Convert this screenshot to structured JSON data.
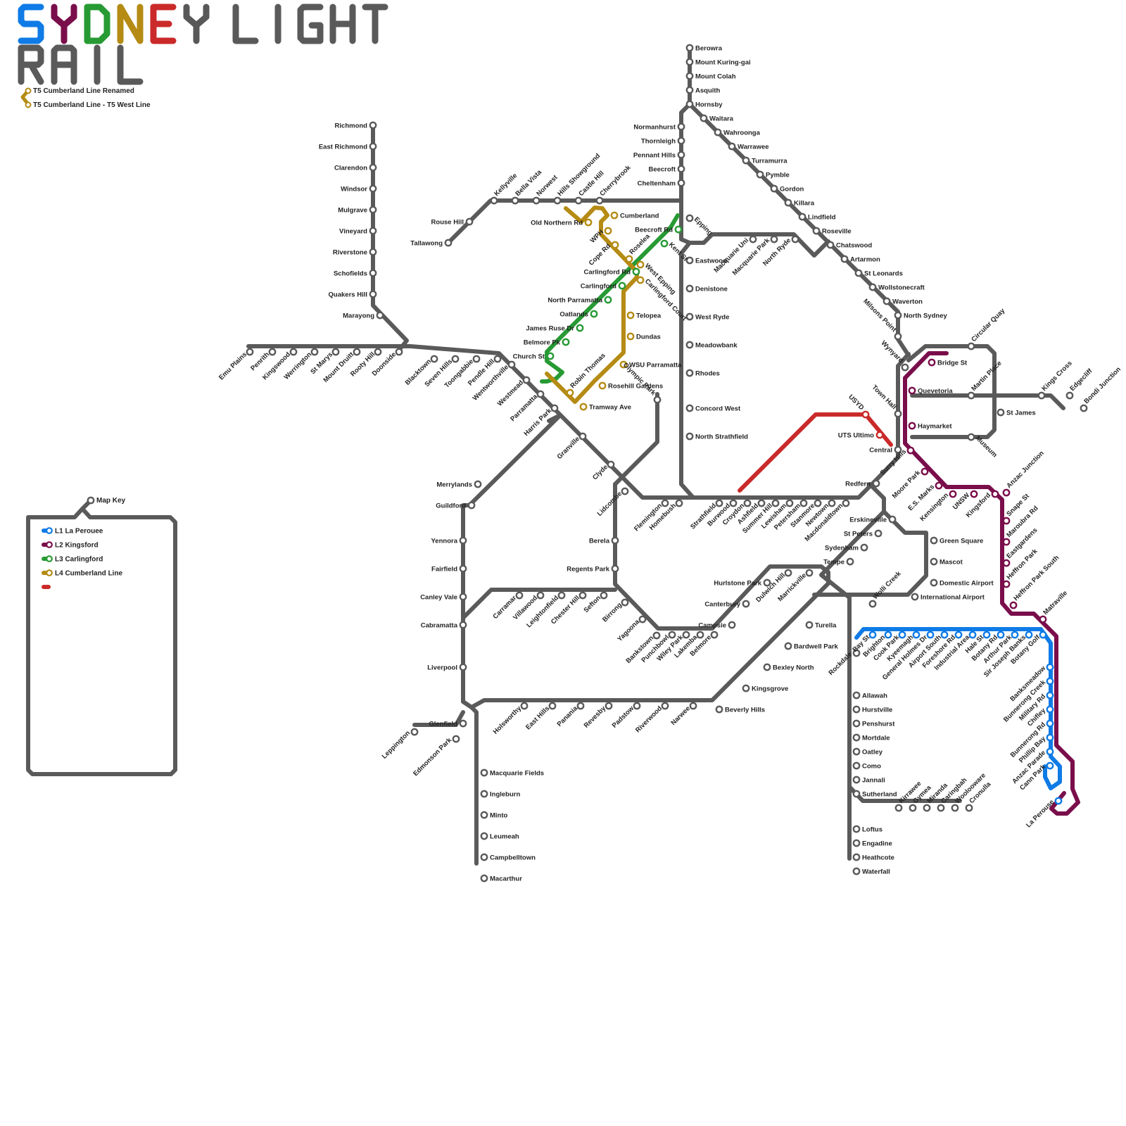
{
  "title": {
    "word1": [
      {
        "ch": "S",
        "color": "#0f7be6"
      },
      {
        "ch": "Y",
        "color": "#7a0e4b"
      },
      {
        "ch": "D",
        "color": "#279a34"
      },
      {
        "ch": "N",
        "color": "#b58b14"
      },
      {
        "ch": "E",
        "color": "#cb2a2a"
      },
      {
        "ch": "Y",
        "color": "#585858"
      }
    ],
    "word2": "LIGHT",
    "word3": "RAIL"
  },
  "colors": {
    "network": "#5a5a5a",
    "l1": "#0f7be6",
    "l2": "#7a0e4b",
    "l3": "#279a34",
    "l4": "#b58b14",
    "extra": "#cb2a2a"
  },
  "top_legend": [
    {
      "label": "T5 Cumberland Line Renamed",
      "color": "#b58b14"
    },
    {
      "label": "T5 Cumberland Line - T5 West Line",
      "color": "#b58b14"
    }
  ],
  "map_key": {
    "title": "Map Key",
    "items": [
      {
        "label": "L1 La Perouee",
        "color": "#0f7be6"
      },
      {
        "label": "L2 Kingsford",
        "color": "#7a0e4b"
      },
      {
        "label": "L3 Carlingford",
        "color": "#279a34"
      },
      {
        "label": "L4 Cumberland Line",
        "color": "#b58b14"
      },
      {
        "label": "",
        "color": "#cb2a2a"
      }
    ]
  },
  "stations": {
    "richmond_line": [
      "Richmond",
      "East Richmond",
      "Clarendon",
      "Windsor",
      "Mulgrave",
      "Vineyard",
      "Riverstone",
      "Schofields",
      "Quakers Hill",
      "Marayong"
    ],
    "western": [
      "Emu Plains",
      "Penrith",
      "Kingswood",
      "Werrington",
      "St Marys",
      "Mount Druitt",
      "Rooty Hill",
      "Doonside",
      "Blacktown",
      "Seven Hills",
      "Toongabbie",
      "Pendle Hill",
      "Wentworthville",
      "Westmead",
      "Parramatta",
      "Harris Park",
      "Granville",
      "Clyde",
      "Lidcombe",
      "Flemington",
      "Homebush",
      "Strathfield",
      "Burwood",
      "Croydon",
      "Ashfield",
      "Summer Hill",
      "Lewisham",
      "Petersham",
      "Stanmore",
      "Newtown",
      "Macdonaldtown"
    ],
    "nw_metro": [
      "Tallawong",
      "Rouse Hill",
      "Kellyville",
      "Bella Vista",
      "Norwest",
      "Hills Showground",
      "Castle Hill",
      "Cherrybrook"
    ],
    "north_shore": [
      "Berowra",
      "Mount Kuring-gai",
      "Mount Colah",
      "Asquith",
      "Hornsby",
      "Waitara",
      "Wahroonga",
      "Warrawee",
      "Turramurra",
      "Pymble",
      "Gordon",
      "Killara",
      "Lindfield",
      "Roseville",
      "Chatswood",
      "Artarmon",
      "St Leonards",
      "Wollstonecraft",
      "Waverton",
      "North Sydney",
      "Milsons Point",
      "Wynyard",
      "Town Hall",
      "Central",
      "Redfern"
    ],
    "northern": [
      "Normanhurst",
      "Thornleigh",
      "Pennant Hills",
      "Beecroft",
      "Cheltenham",
      "Epping",
      "Eastwood",
      "Denistone",
      "West Ryde",
      "Meadowbank",
      "Rhodes",
      "Concord West",
      "North Strathfield"
    ],
    "epping_chatswood": [
      "Macquarie Uni",
      "Macquarie Park",
      "North Ryde"
    ],
    "city_circle": [
      "Circular Quay",
      "Martin Place",
      "St James",
      "Museum",
      "Kings Cross",
      "Edgecliff",
      "Bondi Junction"
    ],
    "olympic": [
      "Olympic Park"
    ],
    "bankstown": [
      "Merrylands",
      "Guildford",
      "Yennora",
      "Fairfield",
      "Canley Vale",
      "Cabramatta",
      "Liverpool",
      "Glenfield",
      "Leppington",
      "Edmonson Park",
      "Macquarie Fields",
      "Ingleburn",
      "Minto",
      "Leumeah",
      "Campbelltown",
      "Macarthur"
    ],
    "carramar": [
      "Carramar",
      "Villawood",
      "Leightonfield",
      "Chester Hill",
      "Sefton",
      "Berela",
      "Regents Park",
      "Birrong",
      "Yagoona",
      "Bankstown",
      "Punchbowl",
      "Wiley Park",
      "Lakemba",
      "Belmore",
      "Campsie",
      "Canterbury",
      "Hurlstone Park",
      "Dulwich Hill",
      "Marrickville"
    ],
    "east_hills": [
      "Holsworthy",
      "East Hills",
      "Panania",
      "Revesby",
      "Padstow",
      "Riverwood",
      "Narwee",
      "Beverly Hills",
      "Kingsgrove",
      "Bexley North",
      "Bardwell Park",
      "Turella",
      "Wolli Creek",
      "International Airport",
      "Domestic Airport",
      "Mascot",
      "Green Square"
    ],
    "illawarra": [
      "Erskineville",
      "St Peters",
      "Sydenham",
      "Tempe",
      "Rockdale",
      "Allawah",
      "Hurstville",
      "Penshurst",
      "Mortdale",
      "Oatley",
      "Como",
      "Jannali",
      "Sutherland",
      "Loftus",
      "Engadine",
      "Heathcote",
      "Waterfall",
      "Kirrawee",
      "Gymea",
      "Miranda",
      "Caringbah",
      "Woolooware",
      "Cronulla"
    ],
    "l1": [
      "Bay St",
      "Brighton",
      "Cook Park",
      "Kyeemagh",
      "General Holmes Dr",
      "Airport South",
      "Foreshore Rd",
      "Industrial Area",
      "Hale St",
      "Botany Rd",
      "Arthur Park",
      "Sir Joseph Banks",
      "Botany Golf",
      "Banksmeadow",
      "Bunnerong Creek",
      "Military Rd",
      "Chifley",
      "Bunnerong Rd",
      "Phillip Bay",
      "Anzac Parade",
      "Cann Park",
      "La Perouse"
    ],
    "l2": [
      "Bridge St",
      "Quevetoria",
      "Haymarket",
      "Surry Hills",
      "Moore Park",
      "E.S. Marks",
      "Kensington",
      "UNSW",
      "Kingsford",
      "Anzac Junction",
      "Snape St",
      "Maroubra Rd",
      "Eastgardens",
      "Heffron Park",
      "Heffron Park South",
      "Matraville"
    ],
    "l3": [
      "Church St",
      "Belmore Pk",
      "James Ruse Dr",
      "Oatlands",
      "North Parramatta",
      "Carlingford",
      "Carlingford Rd",
      "Kent St",
      "Beecroft Rd"
    ],
    "l4": [
      "Old Northern Rd",
      "Cumberland",
      "WPH",
      "Roselea",
      "Cope Rd",
      "West Epping",
      "Carlingford Court",
      "Telopea",
      "Dundas",
      "WSU Parramatta",
      "Rosehill Gardens",
      "Robin Thomas",
      "Tramway Ave"
    ],
    "usyd": [
      "USYD",
      "UTS Ultimo"
    ]
  }
}
